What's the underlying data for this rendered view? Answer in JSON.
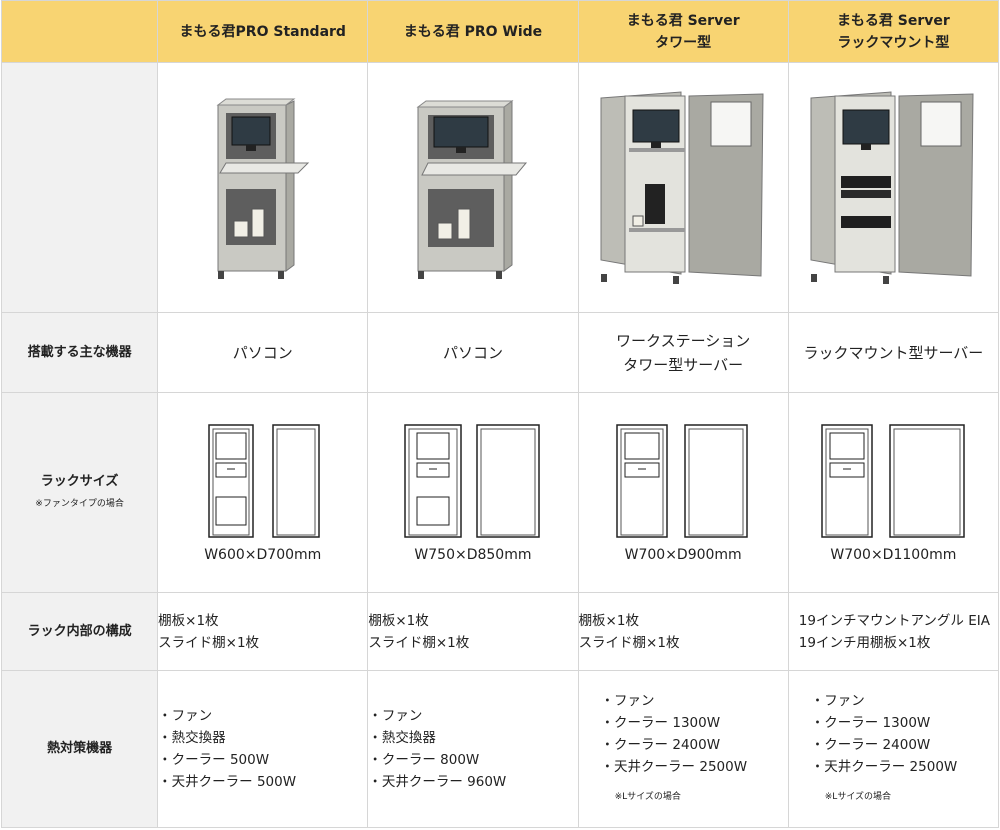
{
  "columns": [
    {
      "name_lines": [
        "まもる君PRO Standard"
      ]
    },
    {
      "name_lines": [
        "まもる君 PRO Wide"
      ]
    },
    {
      "name_lines": [
        "まもる君 Server",
        "タワー型"
      ]
    },
    {
      "name_lines": [
        "まもる君 Server",
        "ラックマウント型"
      ]
    }
  ],
  "rows": {
    "equipment": {
      "label": "搭載する主な機器",
      "values": [
        [
          "パソコン"
        ],
        [
          "パソコン"
        ],
        [
          "ワークステーション",
          "タワー型サーバー"
        ],
        [
          "ラックマウント型サーバー"
        ]
      ]
    },
    "rack_size": {
      "label": "ラックサイズ",
      "note": "※ファンタイプの場合",
      "values": [
        "W600×D700mm",
        "W750×D850mm",
        "W700×D900mm",
        "W700×D1100mm"
      ]
    },
    "structure": {
      "label": "ラック内部の構成",
      "values": [
        [
          "棚板×1枚",
          "スライド棚×1枚"
        ],
        [
          "棚板×1枚",
          "スライド棚×1枚"
        ],
        [
          "棚板×1枚",
          "スライド棚×1枚"
        ],
        [
          "19インチマウントアングル EIA",
          "19インチ用棚板×1枚"
        ]
      ]
    },
    "cooling": {
      "label": "熱対策機器",
      "values": [
        {
          "items": [
            "・ファン",
            "・熱交換器",
            "・クーラー 500W",
            "・天井クーラー 500W"
          ],
          "note": ""
        },
        {
          "items": [
            "・ファン",
            "・熱交換器",
            "・クーラー 800W",
            "・天井クーラー 960W"
          ],
          "note": ""
        },
        {
          "items": [
            "・ファン",
            "・クーラー 1300W",
            "・クーラー 2400W",
            "・天井クーラー 2500W"
          ],
          "note": "※Lサイズの場合"
        },
        {
          "items": [
            "・ファン",
            "・クーラー 1300W",
            "・クーラー 2400W",
            "・天井クーラー 2500W"
          ],
          "note": "※Lサイズの場合"
        }
      ]
    }
  },
  "colors": {
    "header": "#f8d472",
    "label_bg": "#f1f1f1",
    "border": "#d6d6d6"
  }
}
